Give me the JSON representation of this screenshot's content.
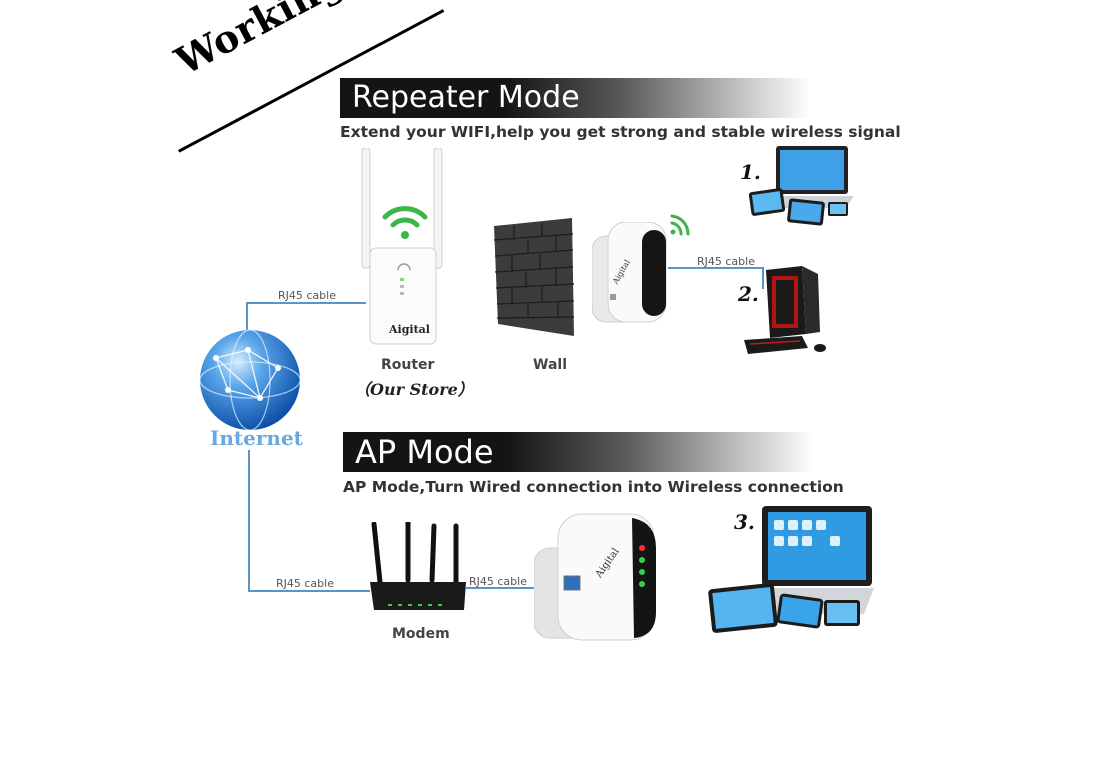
{
  "title": "Working Mode",
  "repeater": {
    "heading": "Repeater Mode",
    "subtitle": "Extend your WIFI,help you get strong and stable wireless signal",
    "router_label": "Router",
    "router_store": "（Our Store）",
    "wall_label": "Wall",
    "cable_left": "RJ45 cable",
    "cable_right": "RJ45 cable",
    "device_num_1": "1.",
    "device_num_2": "2."
  },
  "internet_label": "Internet",
  "ap": {
    "heading": "AP Mode",
    "subtitle": "AP Mode,Turn Wired connection into Wireless connection",
    "modem_label": "Modem",
    "cable_left": "RJ45 cable",
    "cable_right": "RJ45 cable",
    "device_num_3": "3."
  },
  "brand": "Aigital",
  "colors": {
    "line": "#5b95c8",
    "wifi_green": "#3db54a",
    "banner": "#141414",
    "internet_text": "#6aa8e0"
  },
  "icons": [
    "globe-icon",
    "wifi-icon",
    "router-icon",
    "wall-icon",
    "repeater-icon",
    "laptop-icon",
    "desktop-pc-icon",
    "modem-icon"
  ]
}
